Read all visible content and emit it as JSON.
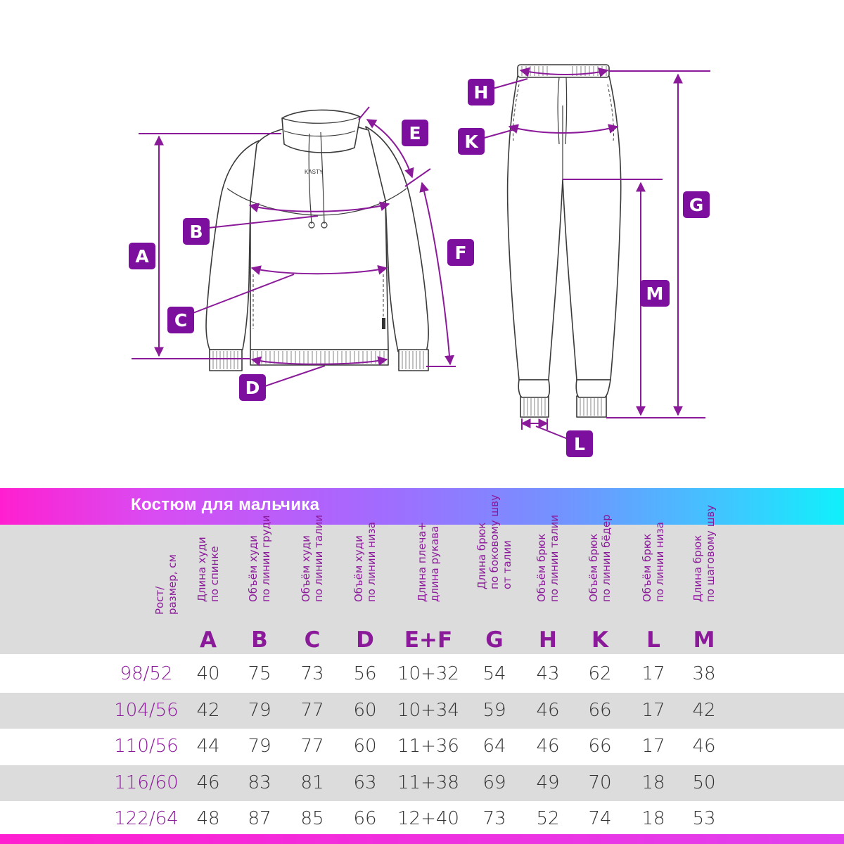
{
  "labels": {
    "A": "A",
    "B": "B",
    "C": "C",
    "D": "D",
    "E": "E",
    "F": "F",
    "G": "G",
    "H": "H",
    "K": "K",
    "L": "L",
    "M": "M"
  },
  "hoodie_print": "KASTY",
  "table": {
    "title": "Костюм для мальчика",
    "size_header": [
      "Рост/",
      "размер, см"
    ],
    "columns": [
      {
        "letter": "A",
        "desc": [
          "Длина худи",
          "по спинке"
        ]
      },
      {
        "letter": "B",
        "desc": [
          "Объём худи",
          "по линии груди"
        ]
      },
      {
        "letter": "C",
        "desc": [
          "Объём худи",
          "по линии талии"
        ]
      },
      {
        "letter": "D",
        "desc": [
          "Объём худи",
          "по линии низа"
        ]
      },
      {
        "letter": "E+F",
        "desc": [
          "Длина плеча+",
          "длина рукава"
        ]
      },
      {
        "letter": "G",
        "desc": [
          "Длина брюк",
          "по боковому шву",
          "от талии"
        ]
      },
      {
        "letter": "H",
        "desc": [
          "Объём брюк",
          "по линии талии"
        ]
      },
      {
        "letter": "K",
        "desc": [
          "Объём брюк",
          "по линии бёдер"
        ]
      },
      {
        "letter": "L",
        "desc": [
          "Объём брюк",
          "по линии низа"
        ]
      },
      {
        "letter": "M",
        "desc": [
          "Длина брюк",
          "по шаговому шву"
        ]
      }
    ],
    "rows": [
      {
        "size": "98/52",
        "values": [
          "40",
          "75",
          "73",
          "56",
          "10+32",
          "54",
          "43",
          "62",
          "17",
          "38"
        ]
      },
      {
        "size": "104/56",
        "values": [
          "42",
          "79",
          "77",
          "60",
          "10+34",
          "59",
          "46",
          "66",
          "17",
          "42"
        ]
      },
      {
        "size": "110/56",
        "values": [
          "44",
          "79",
          "77",
          "60",
          "11+36",
          "64",
          "46",
          "66",
          "17",
          "46"
        ]
      },
      {
        "size": "116/60",
        "values": [
          "46",
          "83",
          "81",
          "63",
          "11+38",
          "69",
          "49",
          "70",
          "18",
          "50"
        ]
      },
      {
        "size": "122/64",
        "values": [
          "48",
          "87",
          "85",
          "66",
          "12+40",
          "73",
          "52",
          "74",
          "18",
          "53"
        ]
      }
    ]
  },
  "colors": {
    "accent": "#8b1a9a",
    "label_bg": "#7c0f9e",
    "header_bg": "#dcdcdc"
  }
}
